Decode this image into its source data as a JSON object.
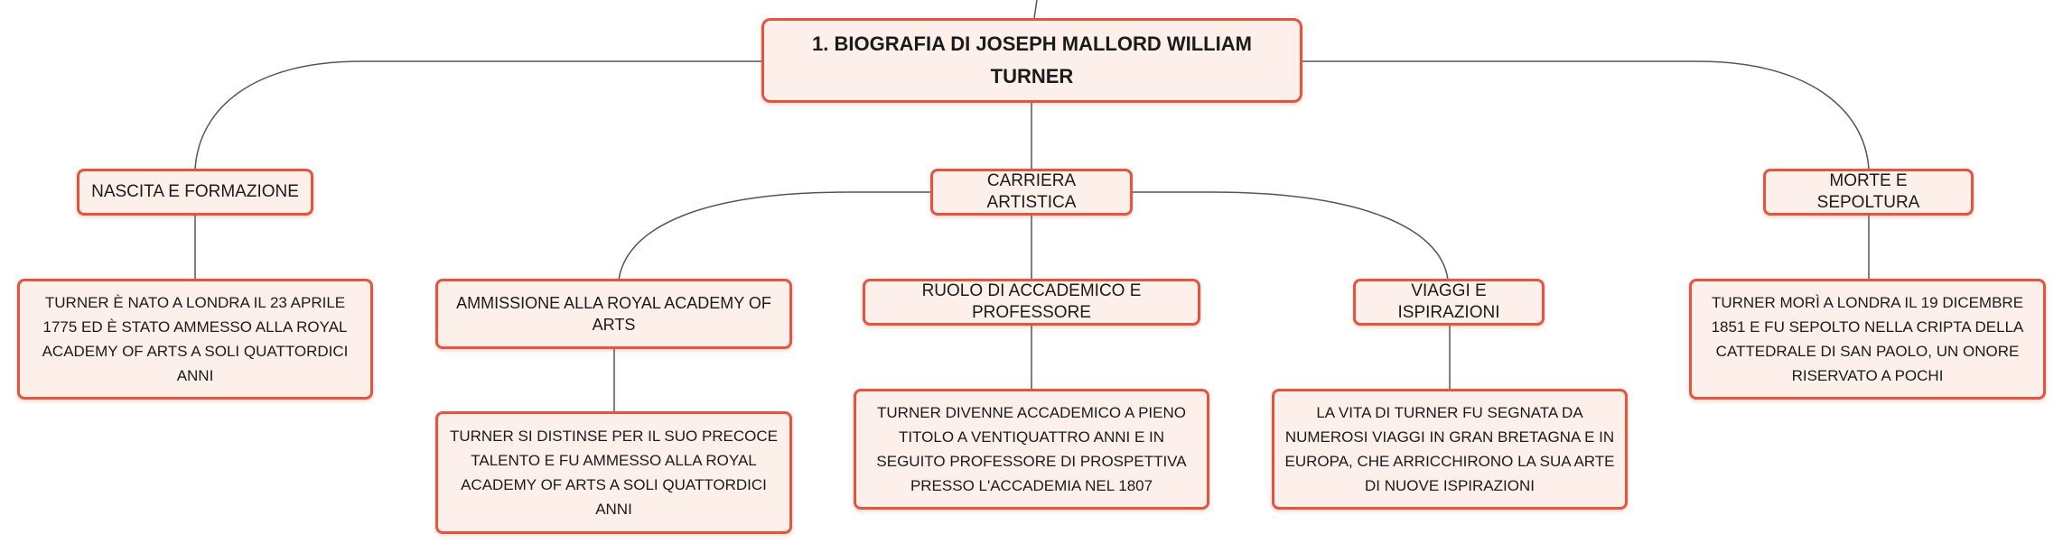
{
  "map": {
    "root": {
      "label": "1. BIOGRAFIA DI JOSEPH MALLORD WILLIAM TURNER"
    },
    "nascita": {
      "label": "NASCITA E FORMAZIONE",
      "detail": "TURNER È NATO A LONDRA IL 23 APRILE 1775 ED È STATO AMMESSO ALLA ROYAL ACADEMY OF ARTS A SOLI QUATTORDICI ANNI"
    },
    "carriera": {
      "label": "CARRIERA ARTISTICA",
      "ammissione": {
        "label": "AMMISSIONE ALLA ROYAL ACADEMY OF ARTS",
        "detail": "TURNER SI DISTINSE PER IL SUO PRECOCE TALENTO E FU AMMESSO ALLA ROYAL ACADEMY OF ARTS A SOLI QUATTORDICI ANNI"
      },
      "ruolo": {
        "label": "RUOLO DI ACCADEMICO E PROFESSORE",
        "detail": "TURNER DIVENNE ACCADEMICO A PIENO TITOLO A VENTIQUATTRO ANNI E IN SEGUITO PROFESSORE DI PROSPETTIVA PRESSO L'ACCADEMIA NEL 1807"
      },
      "viaggi": {
        "label": "VIAGGI E ISPIRAZIONI",
        "detail": "LA VITA DI TURNER FU SEGNATA DA NUMEROSI VIAGGI IN GRAN BRETAGNA E IN EUROPA, CHE ARRICCHIRONO LA SUA ARTE DI NUOVE ISPIRAZIONI"
      }
    },
    "morte": {
      "label": "MORTE E SEPOLTURA",
      "detail": "TURNER MORÌ A LONDRA IL 19 DICEMBRE 1851 E FU SEPOLTO NELLA CRIPTA DELLA CATTEDRALE DI SAN PAOLO, UN ONORE RISERVATO A POCHI"
    }
  },
  "colors": {
    "border": "#e5553d",
    "fill": "#fdefea",
    "connector": "#555555",
    "text": "#1b1b1b"
  }
}
